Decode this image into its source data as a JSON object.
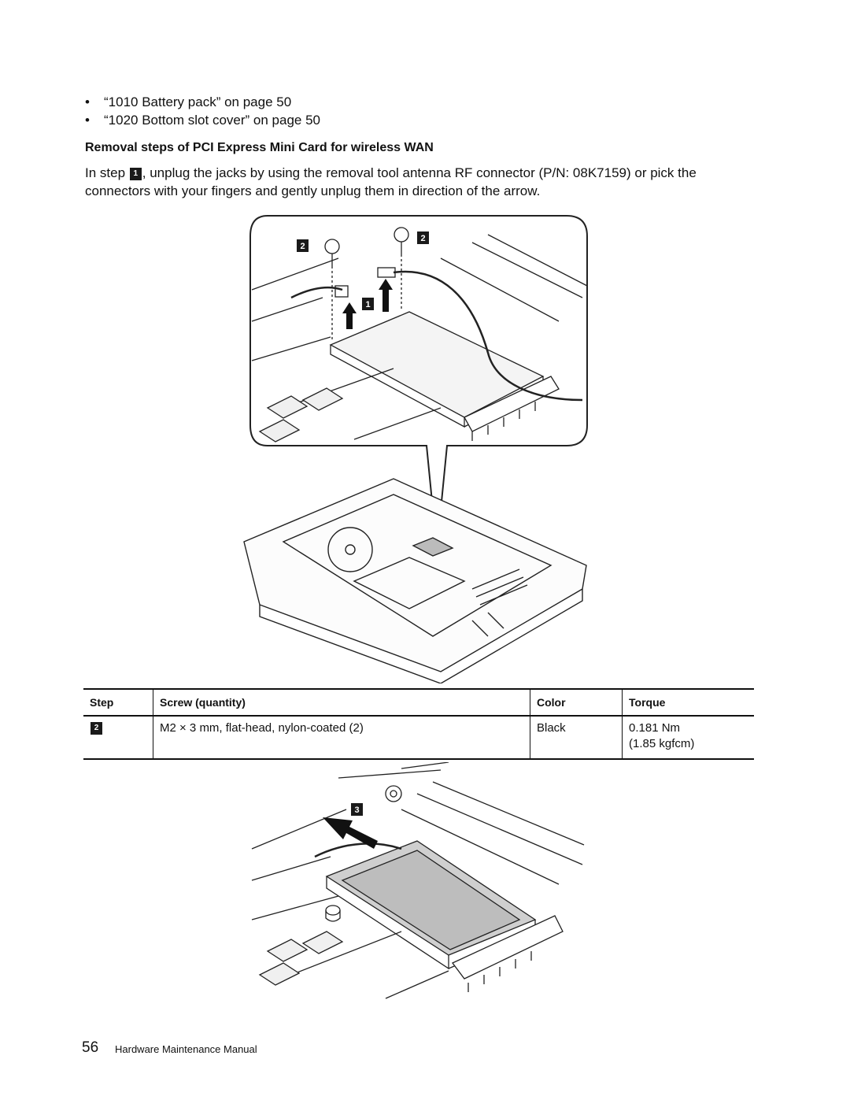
{
  "bullets": [
    "“1010 Battery pack” on page 50",
    "“1020 Bottom slot cover” on page 50"
  ],
  "heading": "Removal steps of PCI Express Mini Card for wireless WAN",
  "paragraph": {
    "prefix": "In step",
    "step": "1",
    "suffix": ", unplug the jacks by using the removal tool antenna RF connector (P/N: 08K7159) or pick the connectors with your fingers and gently unplug them in direction of the arrow."
  },
  "figure1_labels": {
    "left_screw": "2",
    "right_screw": "2",
    "unplug": "1"
  },
  "table": {
    "headers": [
      "Step",
      "Screw (quantity)",
      "Color",
      "Torque"
    ],
    "rows": [
      {
        "step": "2",
        "screw": "M2 × 3 mm, flat-head, nylon-coated (2)",
        "color": "Black",
        "torque_line1": "0.181 Nm",
        "torque_line2": "(1.85 kgfcm)"
      }
    ]
  },
  "figure2_labels": {
    "remove": "3"
  },
  "footer": {
    "page_number": "56",
    "title": "Hardware Maintenance Manual"
  }
}
